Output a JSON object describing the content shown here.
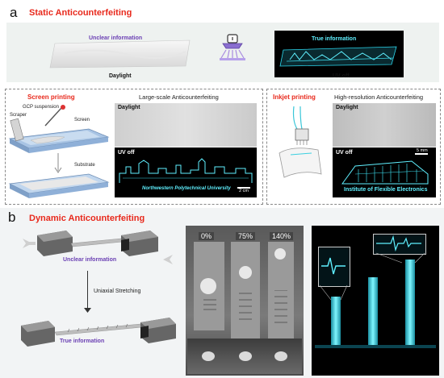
{
  "panel_a": {
    "letter": "a",
    "title": "Static Anticounterfeiting",
    "unclear_label": "Unclear information",
    "daylight_label": "Daylight",
    "true_label": "True information",
    "uvoff_label": "UV off",
    "screen": {
      "title": "Screen printing",
      "gcp": "GCP suspension",
      "scraper": "Scraper",
      "screen": "Screen",
      "substrate": "Substrate",
      "large_title": "Large-scale Anticounterfeiting",
      "daylight": "Daylight",
      "uvoff": "UV off",
      "banner": "Northwestern Polytechnical University",
      "scale": "2 cm"
    },
    "inkjet": {
      "title": "Inkjet printing",
      "high_title": "High-resolution Anticounterfeiting",
      "daylight": "Daylight",
      "uvoff": "UV off",
      "banner": "Institute of Flexible Electronics",
      "scale": "5 mm"
    }
  },
  "panel_b": {
    "letter": "b",
    "title": "Dynamic Anticounterfeiting",
    "unclear_label": "Unclear information",
    "stretch_label": "Uniaxial Stretching",
    "true_label": "True information",
    "strains": [
      "0%",
      "75%",
      "140%"
    ]
  },
  "colors": {
    "red": "#e8291c",
    "purple": "#6a3fb3",
    "cyan": "#5ff0ff"
  }
}
